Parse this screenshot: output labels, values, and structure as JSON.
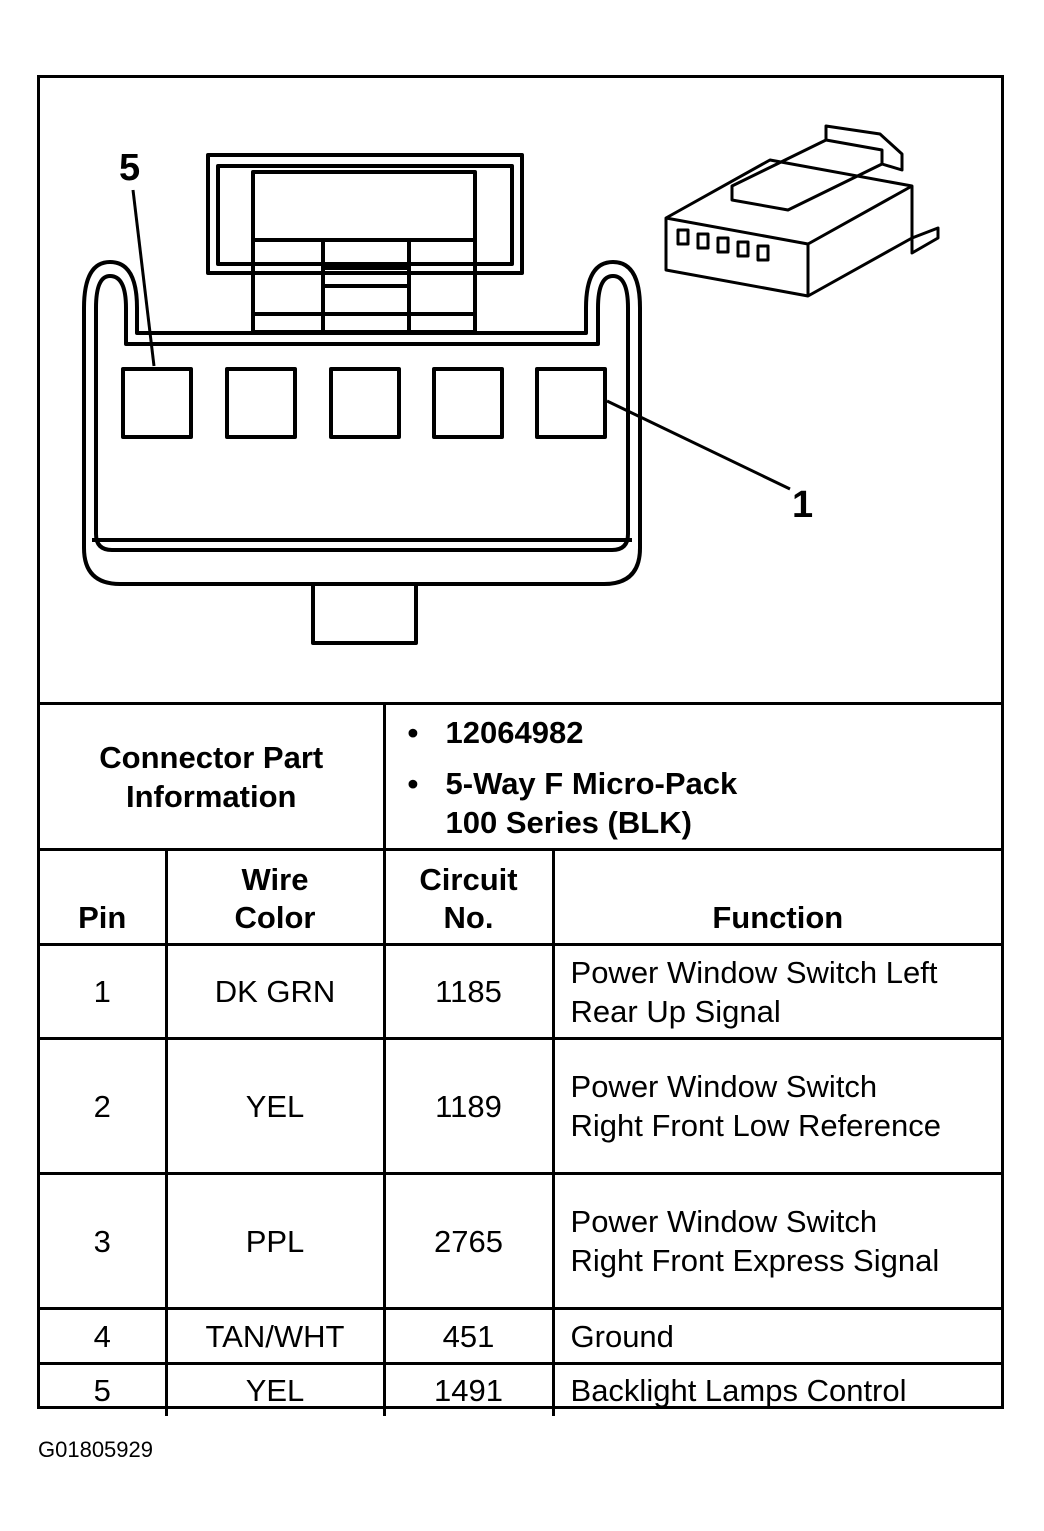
{
  "diagram": {
    "callout_top": "5",
    "callout_right": "1",
    "pin_count": 5
  },
  "connector_info": {
    "label": "Connector Part Information",
    "items": [
      "12064982",
      "5-Way F Micro-Pack 100 Series (BLK)"
    ]
  },
  "columns": {
    "pin": "Pin",
    "wire_color": "Wire Color",
    "circuit": "Circuit No.",
    "function": "Function"
  },
  "rows": [
    {
      "pin": "1",
      "wire_color": "DK GRN",
      "circuit": "1185",
      "function": "Power Window Switch Left Rear Up Signal"
    },
    {
      "pin": "2",
      "wire_color": "YEL",
      "circuit": "1189",
      "function": "Power Window Switch Right Front Low Reference"
    },
    {
      "pin": "3",
      "wire_color": "PPL",
      "circuit": "2765",
      "function": "Power Window Switch Right Front Express Signal"
    },
    {
      "pin": "4",
      "wire_color": "TAN/WHT",
      "circuit": "451",
      "function": "Ground"
    },
    {
      "pin": "5",
      "wire_color": "YEL",
      "circuit": "1491",
      "function": "Backlight Lamps Control"
    }
  ],
  "figure_id": "G01805929"
}
